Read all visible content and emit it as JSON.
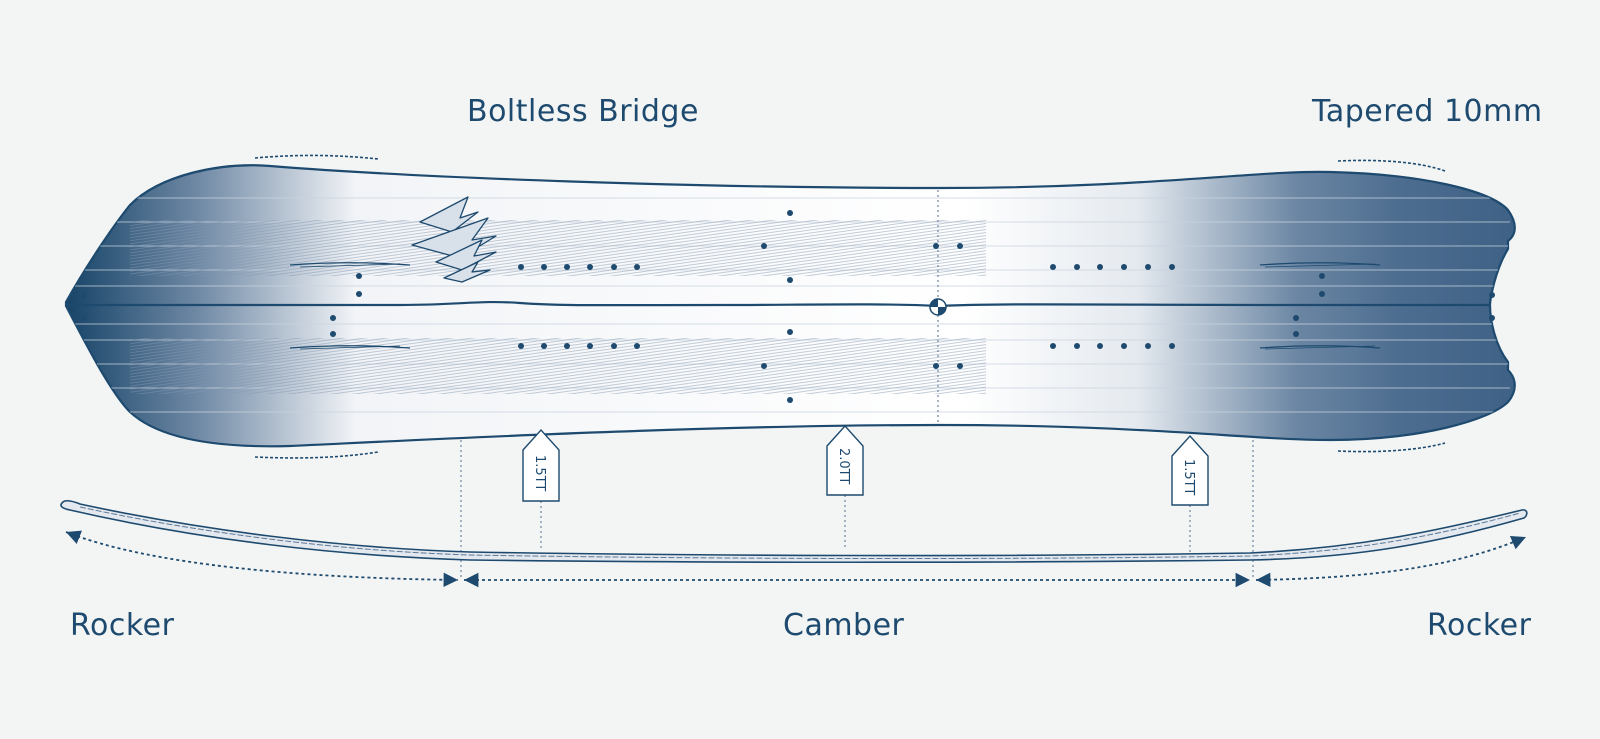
{
  "labels": {
    "boltless_bridge": "Boltless Bridge",
    "tapered": "Tapered 10mm",
    "rocker_left": "Rocker",
    "camber": "Camber",
    "rocker_right": "Rocker"
  },
  "tags": [
    {
      "text": "1.5TT"
    },
    {
      "text": "2.0TT"
    },
    {
      "text": "1.5TT"
    }
  ],
  "colors": {
    "navy": "#1d4a6e",
    "dark": "#174468",
    "background": "#f3f5f5"
  },
  "icons": {
    "logo": "jones-mountain-logo",
    "center": "center-stance-icon"
  }
}
